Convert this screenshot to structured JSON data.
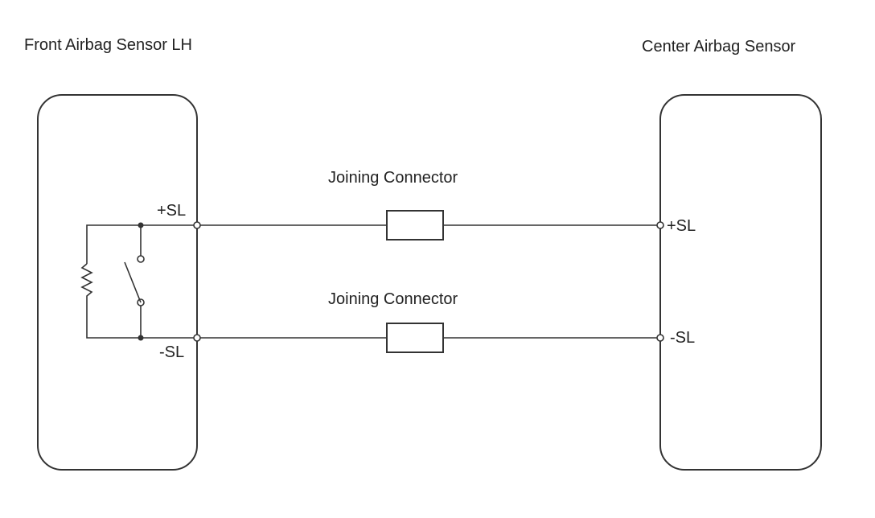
{
  "components": {
    "left_component": {
      "title": "Front Airbag Sensor LH"
    },
    "right_component": {
      "title": "Center Airbag Sensor"
    }
  },
  "connectors": [
    {
      "label": "Joining Connector"
    },
    {
      "label": "Joining Connector"
    }
  ],
  "terminals": {
    "left_top": "+SL",
    "left_bottom": "-SL",
    "right_top": "+SL",
    "right_bottom": "-SL"
  },
  "colors": {
    "line": "#333333",
    "text": "#222222",
    "background": "#ffffff"
  }
}
